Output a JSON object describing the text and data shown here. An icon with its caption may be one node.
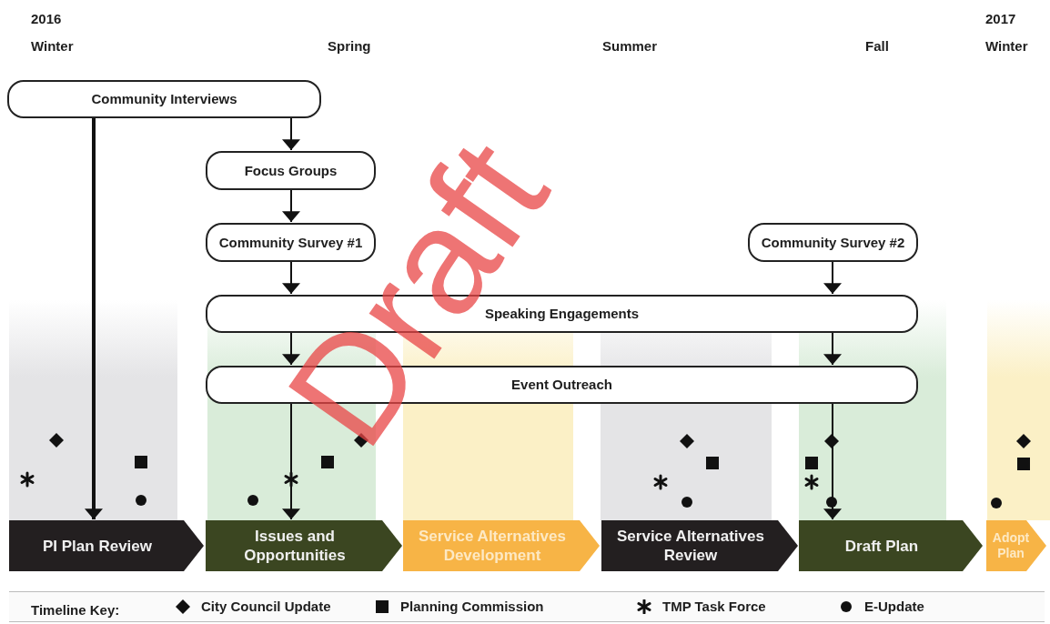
{
  "diagram": {
    "nodes": [
      {
        "text": [
          "Community Interviews"
        ]
      },
      {
        "text": [
          "Focus Groups"
        ]
      },
      {
        "text": [
          "Community Survey #1"
        ]
      },
      {
        "text": [
          "Community Survey #2"
        ]
      },
      {
        "text": [
          "Speaking Engagements"
        ]
      },
      {
        "text": [
          "Event Outreach"
        ]
      },
      {
        "text": [
          "PI Plan Review"
        ]
      },
      {
        "text": [
          "Issues and Opportunities"
        ]
      },
      {
        "text": [
          "Service Alternatives Development"
        ]
      },
      {
        "text": [
          "Service Alternatives Review"
        ]
      },
      {
        "text": [
          "Draft Plan"
        ]
      },
      {
        "text": [
          "Adopt Plan"
        ]
      }
    ],
    "edges": [
      {
        "from": 0,
        "to": 1,
        "arrow": "to"
      },
      {
        "from": 1,
        "to": 2,
        "arrow": "to"
      },
      {
        "from": 2,
        "to": 4,
        "arrow": "to"
      },
      {
        "from": 3,
        "to": 4,
        "arrow": "to"
      },
      {
        "from": 4,
        "to": 5,
        "arrow": "to"
      },
      {
        "from": 4,
        "to": 5,
        "arrow": "to"
      },
      {
        "from": 5,
        "to": 7,
        "arrow": "to"
      },
      {
        "from": 5,
        "to": 10,
        "arrow": "to"
      },
      {
        "from": 0,
        "to": 6,
        "arrow": "to",
        "style": "thick"
      }
    ],
    "labels": [
      "2016",
      "Winter",
      "Spring",
      "Summer",
      "Fall",
      "2017",
      "Winter",
      "Draft",
      "Timeline Key:"
    ],
    "legend": [
      {
        "text": "City Council Update"
      },
      {
        "text": "Planning Commission"
      },
      {
        "text": "TMP Task Force"
      },
      {
        "text": "E-Update"
      }
    ]
  }
}
